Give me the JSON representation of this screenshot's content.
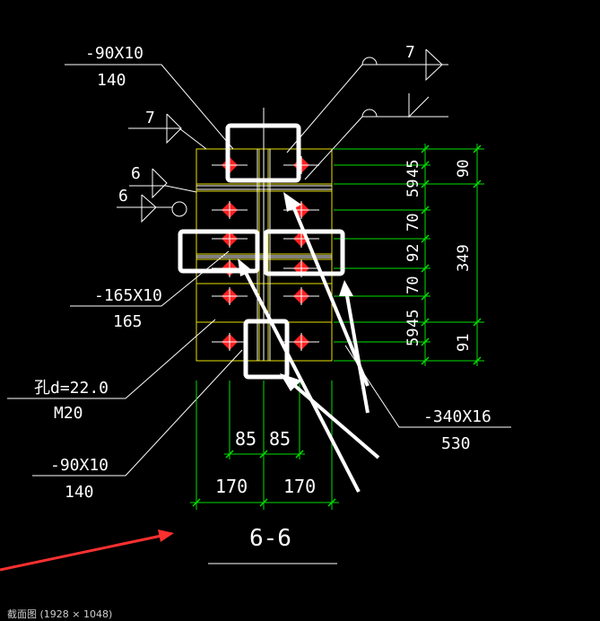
{
  "labels": {
    "plate_top": "-90X10",
    "plate_top_len": "140",
    "weld_top": "7",
    "weld_top_right": "7",
    "weld_left_a": "6",
    "weld_left_b": "6",
    "plate_mid": "-165X10",
    "plate_mid_len": "165",
    "bolt": "孔d=22.0",
    "bolt_grade": "M20",
    "plate_bot": "-90X10",
    "plate_bot_len": "140",
    "plate_right": "-340X16",
    "plate_right_len": "530"
  },
  "dims_right_inner": [
    "45",
    "59",
    "70",
    "92",
    "70",
    "45",
    "59"
  ],
  "dims_right_outer": [
    "90",
    "349",
    "91"
  ],
  "dims_bottom_inner": [
    "85",
    "85"
  ],
  "dims_bottom_outer": [
    "170",
    "170"
  ],
  "section_title": "6-6",
  "caption": "截面图 (1928 × 1048)",
  "colors": {
    "background": "#000000",
    "lines": "#ffffff",
    "plate": "#e8e000",
    "dimension": "#00e000",
    "bolt": "#ff2020",
    "highlight": "#ffffff",
    "pointer": "#ff3030"
  }
}
